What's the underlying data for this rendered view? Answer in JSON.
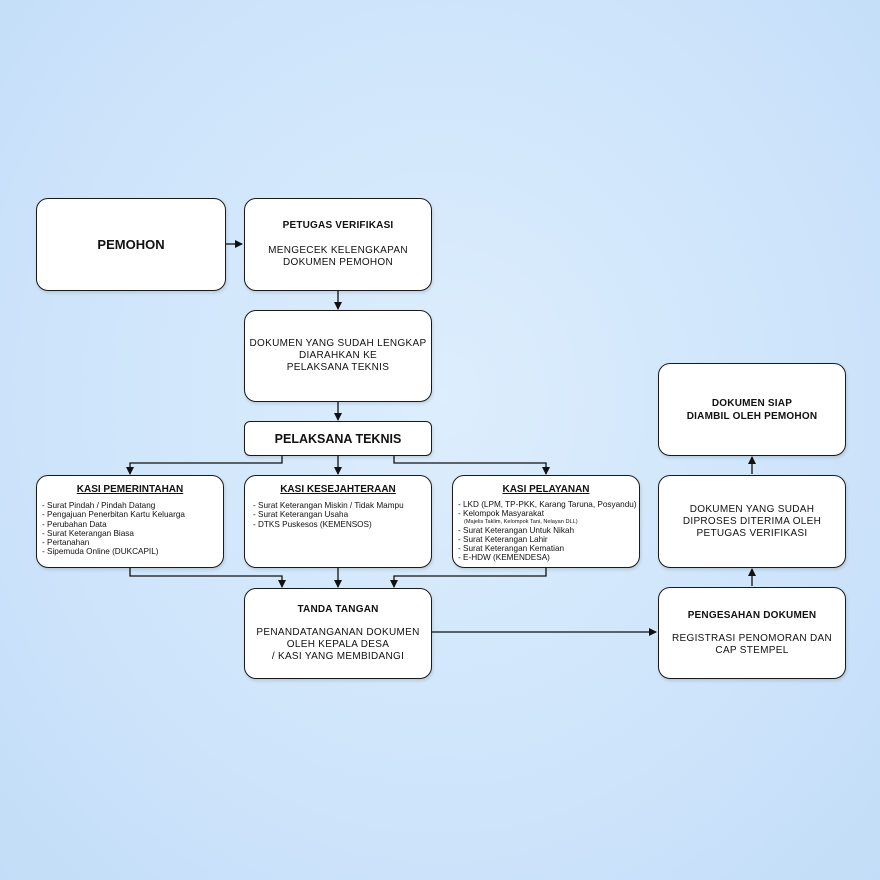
{
  "pemohon": {
    "title": "PEMOHON"
  },
  "verifikasi": {
    "title": "PETUGAS VERIFIKASI",
    "lines": [
      "MENGECEK KELENGKAPAN",
      "DOKUMEN PEMOHON"
    ]
  },
  "lengkap": {
    "lines": [
      "DOKUMEN YANG SUDAH LENGKAP",
      "DIARAHKAN KE",
      "PELAKSANA TEKNIS"
    ]
  },
  "pelaksana": {
    "title": "PELAKSANA TEKNIS"
  },
  "kasi_pemerintahan": {
    "title": "KASI PEMERINTAHAN",
    "items": [
      "- Surat Pindah / Pindah Datang",
      "- Pengajuan Penerbitan Kartu Keluarga",
      "- Perubahan Data",
      "- Surat Keterangan Biasa",
      "- Pertanahan",
      "- Sipemuda Online (DUKCAPIL)"
    ]
  },
  "kasi_kesejahteraan": {
    "title": "KASI KESEJAHTERAAN",
    "items": [
      "- Surat Keterangan Miskin / Tidak Mampu",
      "- Surat Keterangan Usaha",
      "- DTKS Puskesos (KEMENSOS)"
    ]
  },
  "kasi_pelayanan": {
    "title": "KASI PELAYANAN",
    "items": [
      "- LKD (LPM, TP-PKK, Karang Taruna, Posyandu)",
      "- Kelompok Masyarakat",
      "(Majelis Taklim, Kelompok Tani, Nelayan DLL)",
      "- Surat Keterangan Untuk Nikah",
      "- Surat Keterangan Lahir",
      "- Surat Keterangan Kematian",
      "- E-HDW (KEMENDESA)"
    ]
  },
  "tanda_tangan": {
    "title": "TANDA TANGAN",
    "lines": [
      "PENANDATANGANAN DOKUMEN",
      "OLEH KEPALA DESA",
      "/ KASI YANG MEMBIDANGI"
    ]
  },
  "pengesahan": {
    "title": "PENGESAHAN DOKUMEN",
    "lines": [
      "REGISTRASI PENOMORAN DAN",
      "CAP STEMPEL"
    ]
  },
  "diproses": {
    "lines": [
      "DOKUMEN YANG SUDAH",
      "DIPROSES DITERIMA OLEH",
      "PETUGAS VERIFIKASI"
    ]
  },
  "siap": {
    "lines": [
      "DOKUMEN SIAP",
      "DIAMBIL OLEH PEMOHON"
    ]
  }
}
